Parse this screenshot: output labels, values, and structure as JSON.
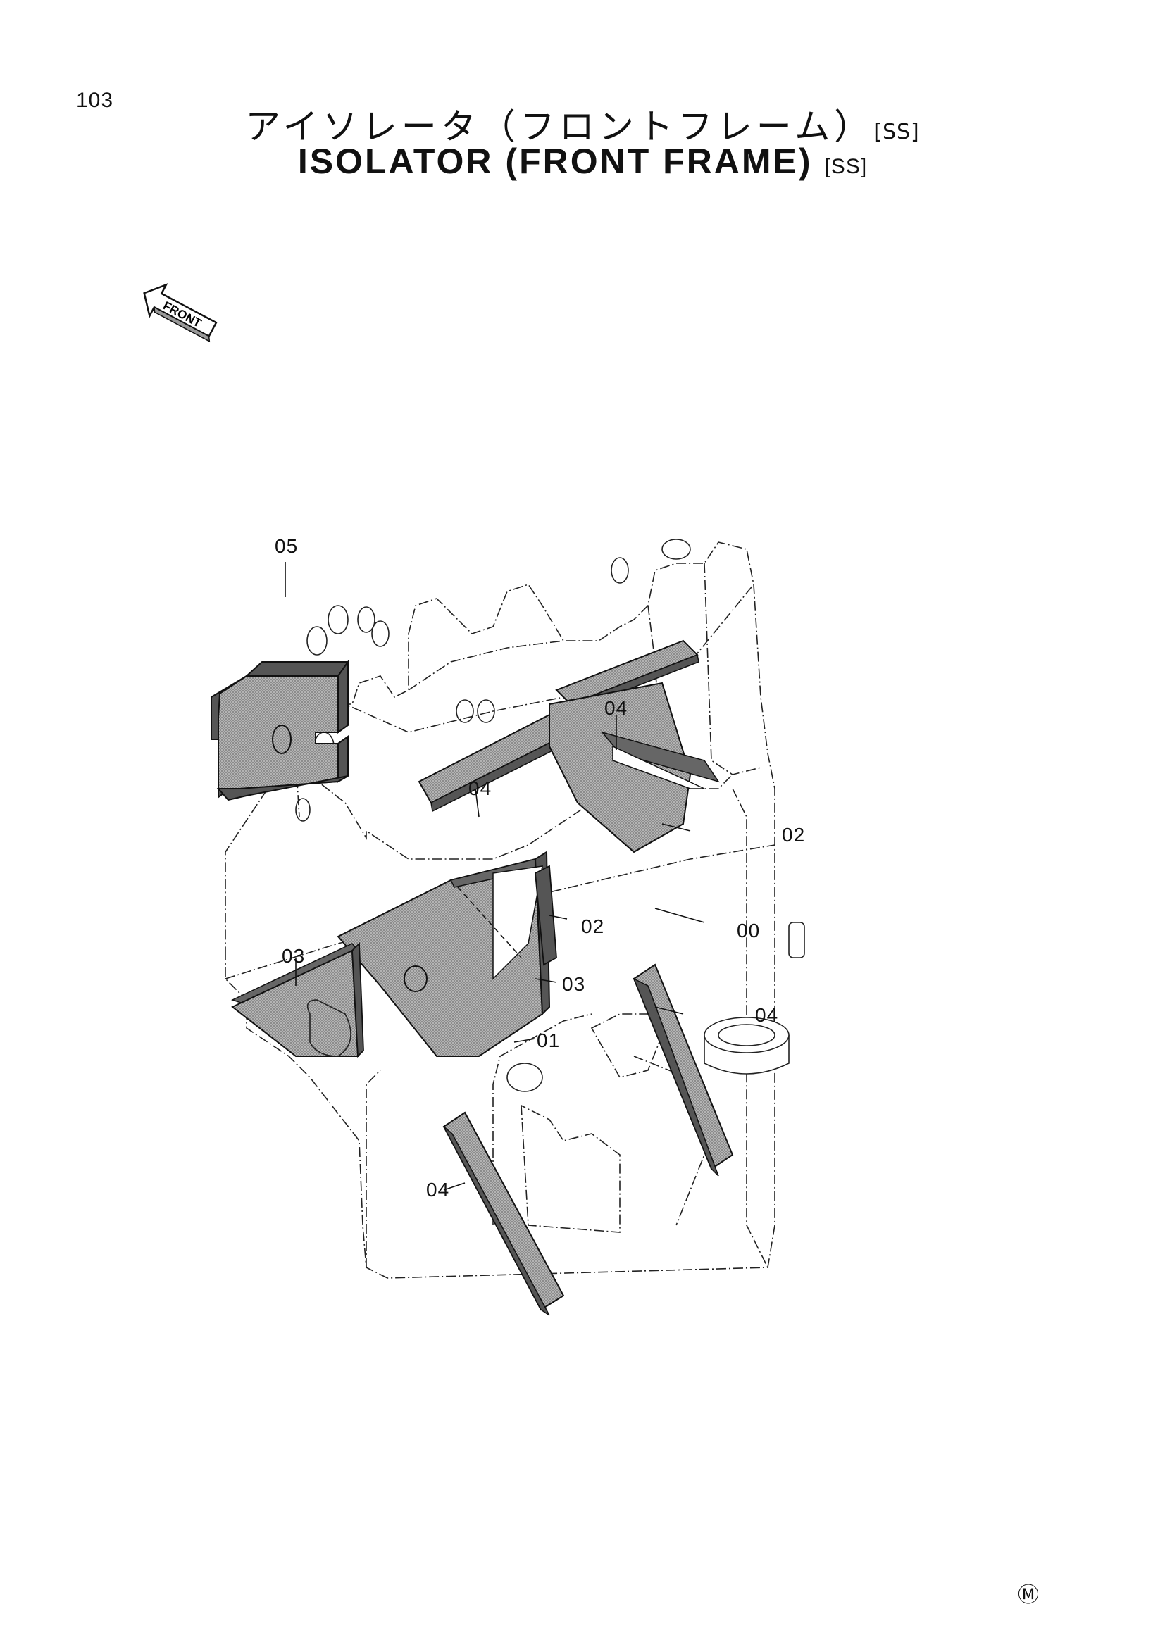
{
  "page": {
    "number": "103"
  },
  "title": {
    "jp": "アイソレータ（フロントフレーム）",
    "en": "ISOLATOR (FRONT FRAME)",
    "tag": "[SS]"
  },
  "front_arrow": {
    "label": "FRONT",
    "icon": "front-arrow-icon"
  },
  "callouts": {
    "c05": "05",
    "c04a": "04",
    "c04b": "04",
    "c02a": "02",
    "c02b": "02",
    "c00": "00",
    "c03a": "03",
    "c03b": "03",
    "c01": "01",
    "c04c": "04",
    "c04d": "04"
  },
  "footer": {
    "mark": "Ⓜ"
  },
  "colors": {
    "line": "#222222",
    "shade": "#9a9a9a"
  }
}
